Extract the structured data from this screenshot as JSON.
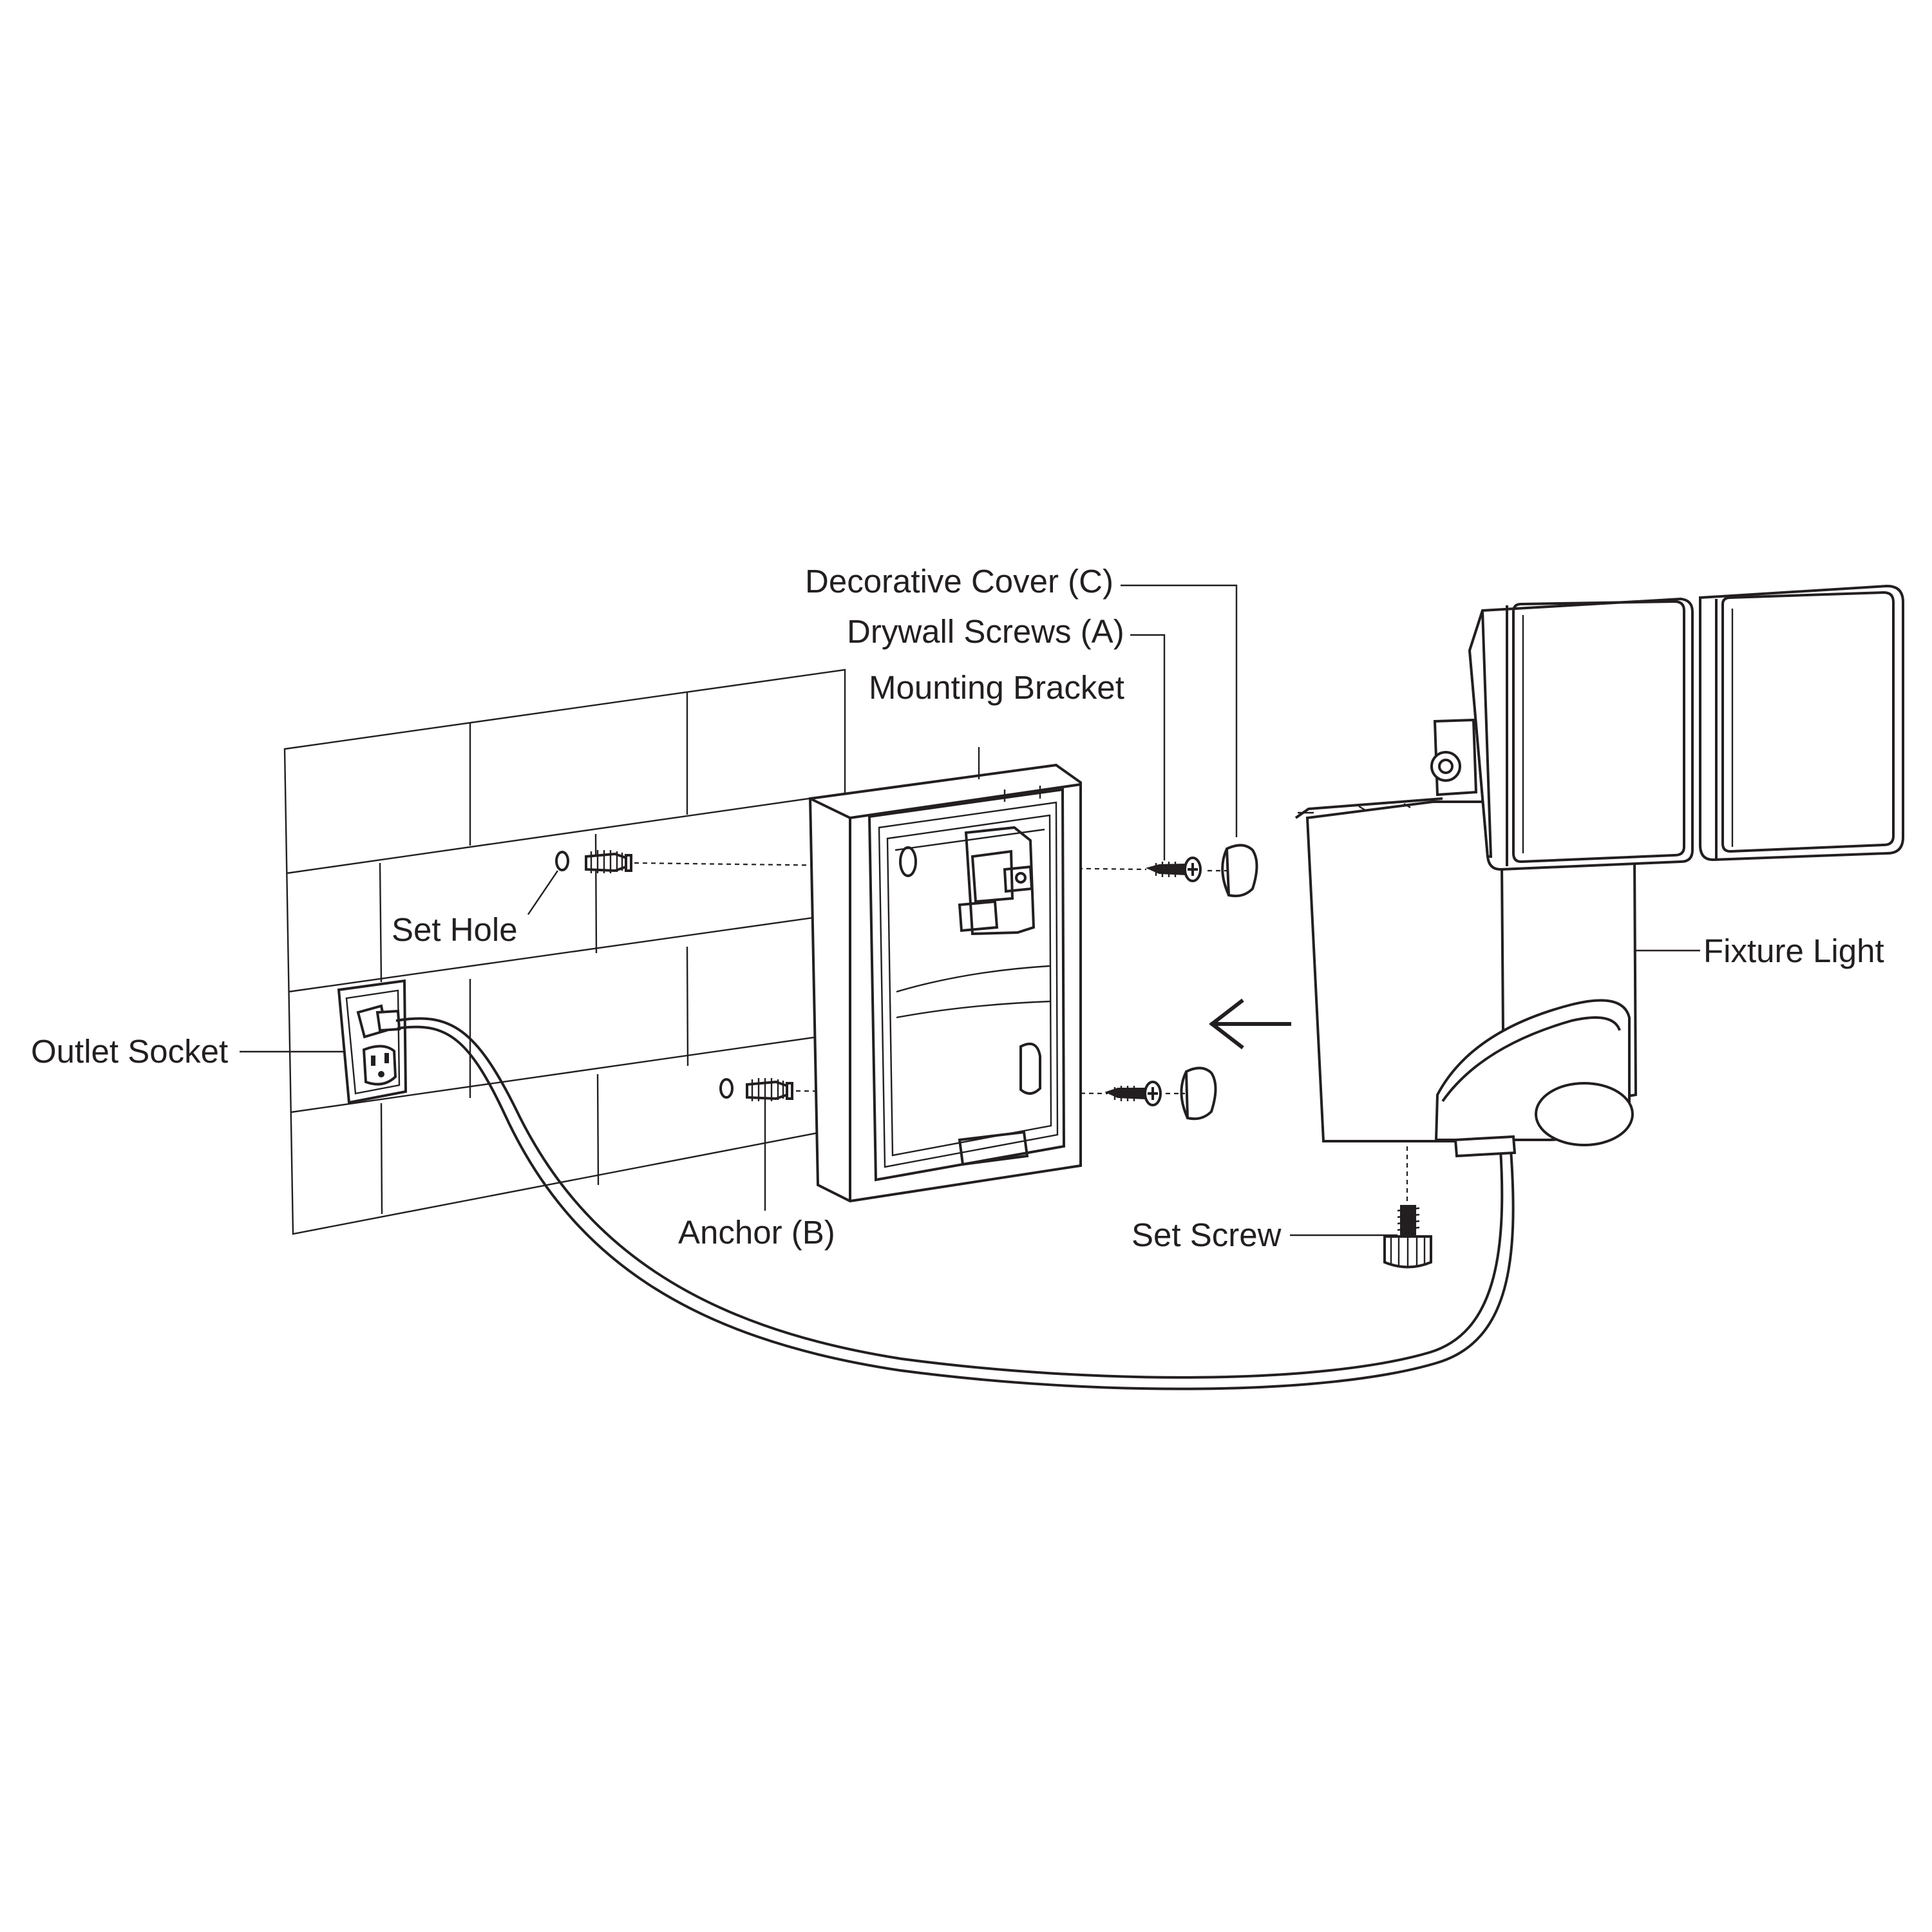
{
  "labels": {
    "decorative_cover": "Decorative Cover (C)",
    "drywall_screws": "Drywall Screws (A)",
    "mounting_bracket": "Mounting Bracket",
    "set_hole": "Set Hole",
    "outlet_socket": "Outlet Socket",
    "fixture_light": "Fixture Light",
    "anchor": "Anchor (B)",
    "set_screw": "Set Screw"
  },
  "icons": [
    "wall-icon",
    "outlet-icon",
    "anchor-icon",
    "mounting-bracket-icon",
    "drywall-screw-icon",
    "decorative-cover-icon",
    "fixture-light-icon",
    "set-screw-icon",
    "arrow-left-icon",
    "power-cord-icon"
  ],
  "colors": {
    "line": "#231f20",
    "background": "#ffffff"
  }
}
